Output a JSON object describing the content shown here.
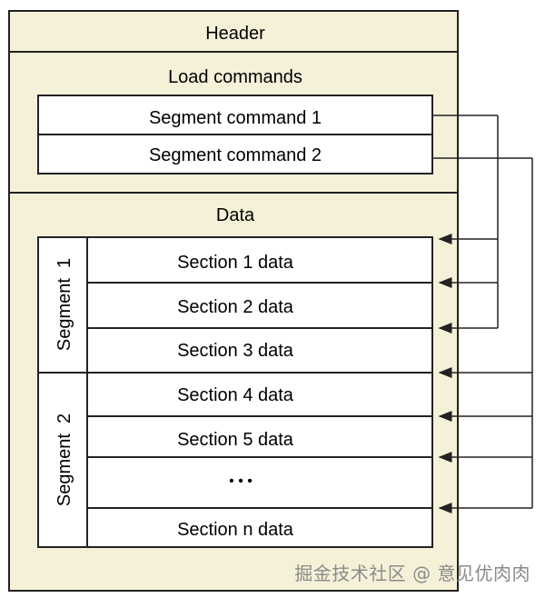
{
  "diagram": {
    "header_label": "Header",
    "load_commands_label": "Load commands",
    "segment_commands": [
      "Segment command 1",
      "Segment command 2"
    ],
    "data_label": "Data",
    "segments": [
      {
        "label": "Segment  1"
      },
      {
        "label": "Segment  2"
      }
    ],
    "sections": [
      "Section 1 data",
      "Section 2 data",
      "Section 3 data",
      "Section 4 data",
      "Section 5 data",
      "• • •",
      "Section n data"
    ]
  },
  "watermark": "掘金技术社区 @ 意见优肉肉",
  "colors": {
    "background": "#f5f1d8",
    "panel": "#ffffff",
    "stroke": "#222222",
    "text": "#111111"
  }
}
